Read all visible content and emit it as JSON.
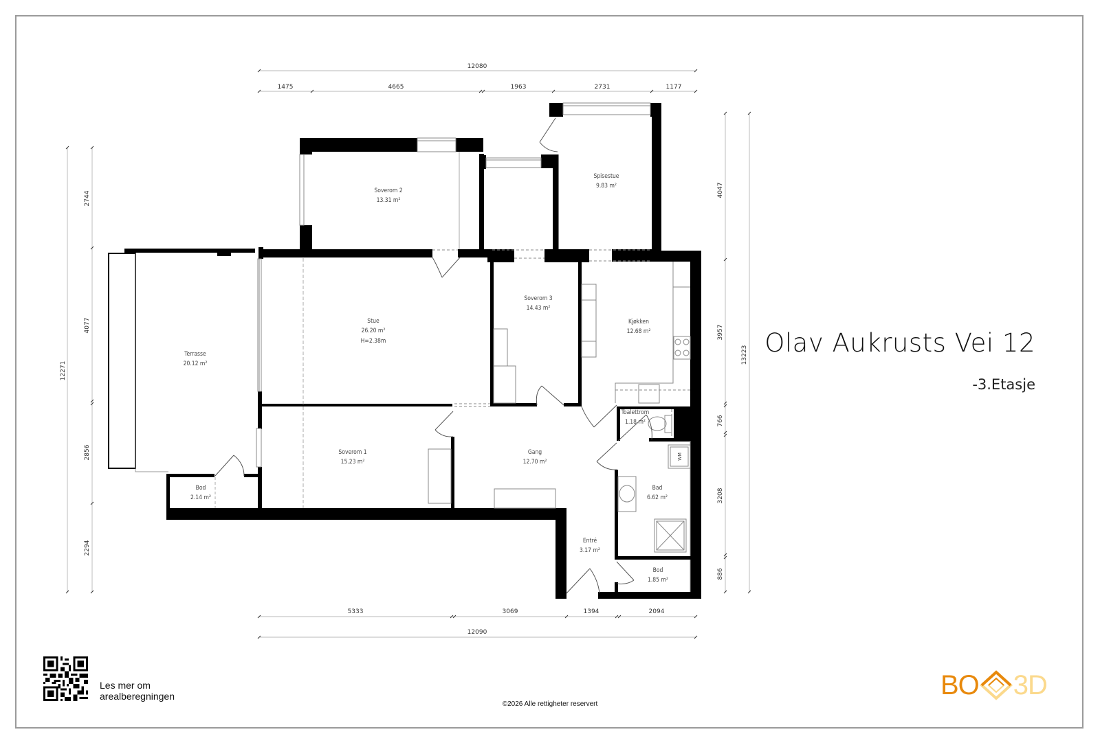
{
  "header": {
    "address": "Olav Aukrusts Vei 12",
    "floor": "-3.Etasje"
  },
  "rooms": [
    {
      "name": "Soverom 2",
      "area": "13.31 m²"
    },
    {
      "name": "Spisestue",
      "area": "9.83 m²"
    },
    {
      "name": "Terrasse",
      "area": "20.12 m²"
    },
    {
      "name": "Stue",
      "area": "26.20 m²",
      "height": "H=2.38m"
    },
    {
      "name": "Soverom 3",
      "area": "14.43 m²"
    },
    {
      "name": "Kjøkken",
      "area": "12.68 m²"
    },
    {
      "name": "Toalettrom",
      "area": "1.18 m²"
    },
    {
      "name": "Soverom 1",
      "area": "15.23 m²"
    },
    {
      "name": "Gang",
      "area": "12.70 m²"
    },
    {
      "name": "Bod",
      "area": "2.14 m²"
    },
    {
      "name": "Bad",
      "area": "6.62 m²"
    },
    {
      "name": "Entré",
      "area": "3.17 m²"
    },
    {
      "name": "Bod",
      "area": "1.85 m²"
    }
  ],
  "fixtures": {
    "washing_machine": "WM"
  },
  "dimensions": {
    "top_total": "12080",
    "top_segments": [
      "1475",
      "4665",
      "1963",
      "2731",
      "1177"
    ],
    "bottom_total": "12090",
    "bottom_segments": [
      "5333",
      "3069",
      "1394",
      "2094"
    ],
    "left_total": "12271",
    "left_segments": [
      "2744",
      "4077",
      "2856",
      "2294"
    ],
    "right_total": "13223",
    "right_segments": [
      "4047",
      "3957",
      "766",
      "3208",
      "886"
    ]
  },
  "footer": {
    "qr_caption_line1": "Les mer om",
    "qr_caption_line2": "arealberegningen",
    "copyright": "©2026 Alle rettigheter reservert",
    "logo_left": "BO",
    "logo_right": "3D"
  },
  "colors": {
    "wall": "#000000",
    "logo_orange": "#E8890C",
    "logo_light": "#FBD98C",
    "frame": "#9a9a9a"
  }
}
